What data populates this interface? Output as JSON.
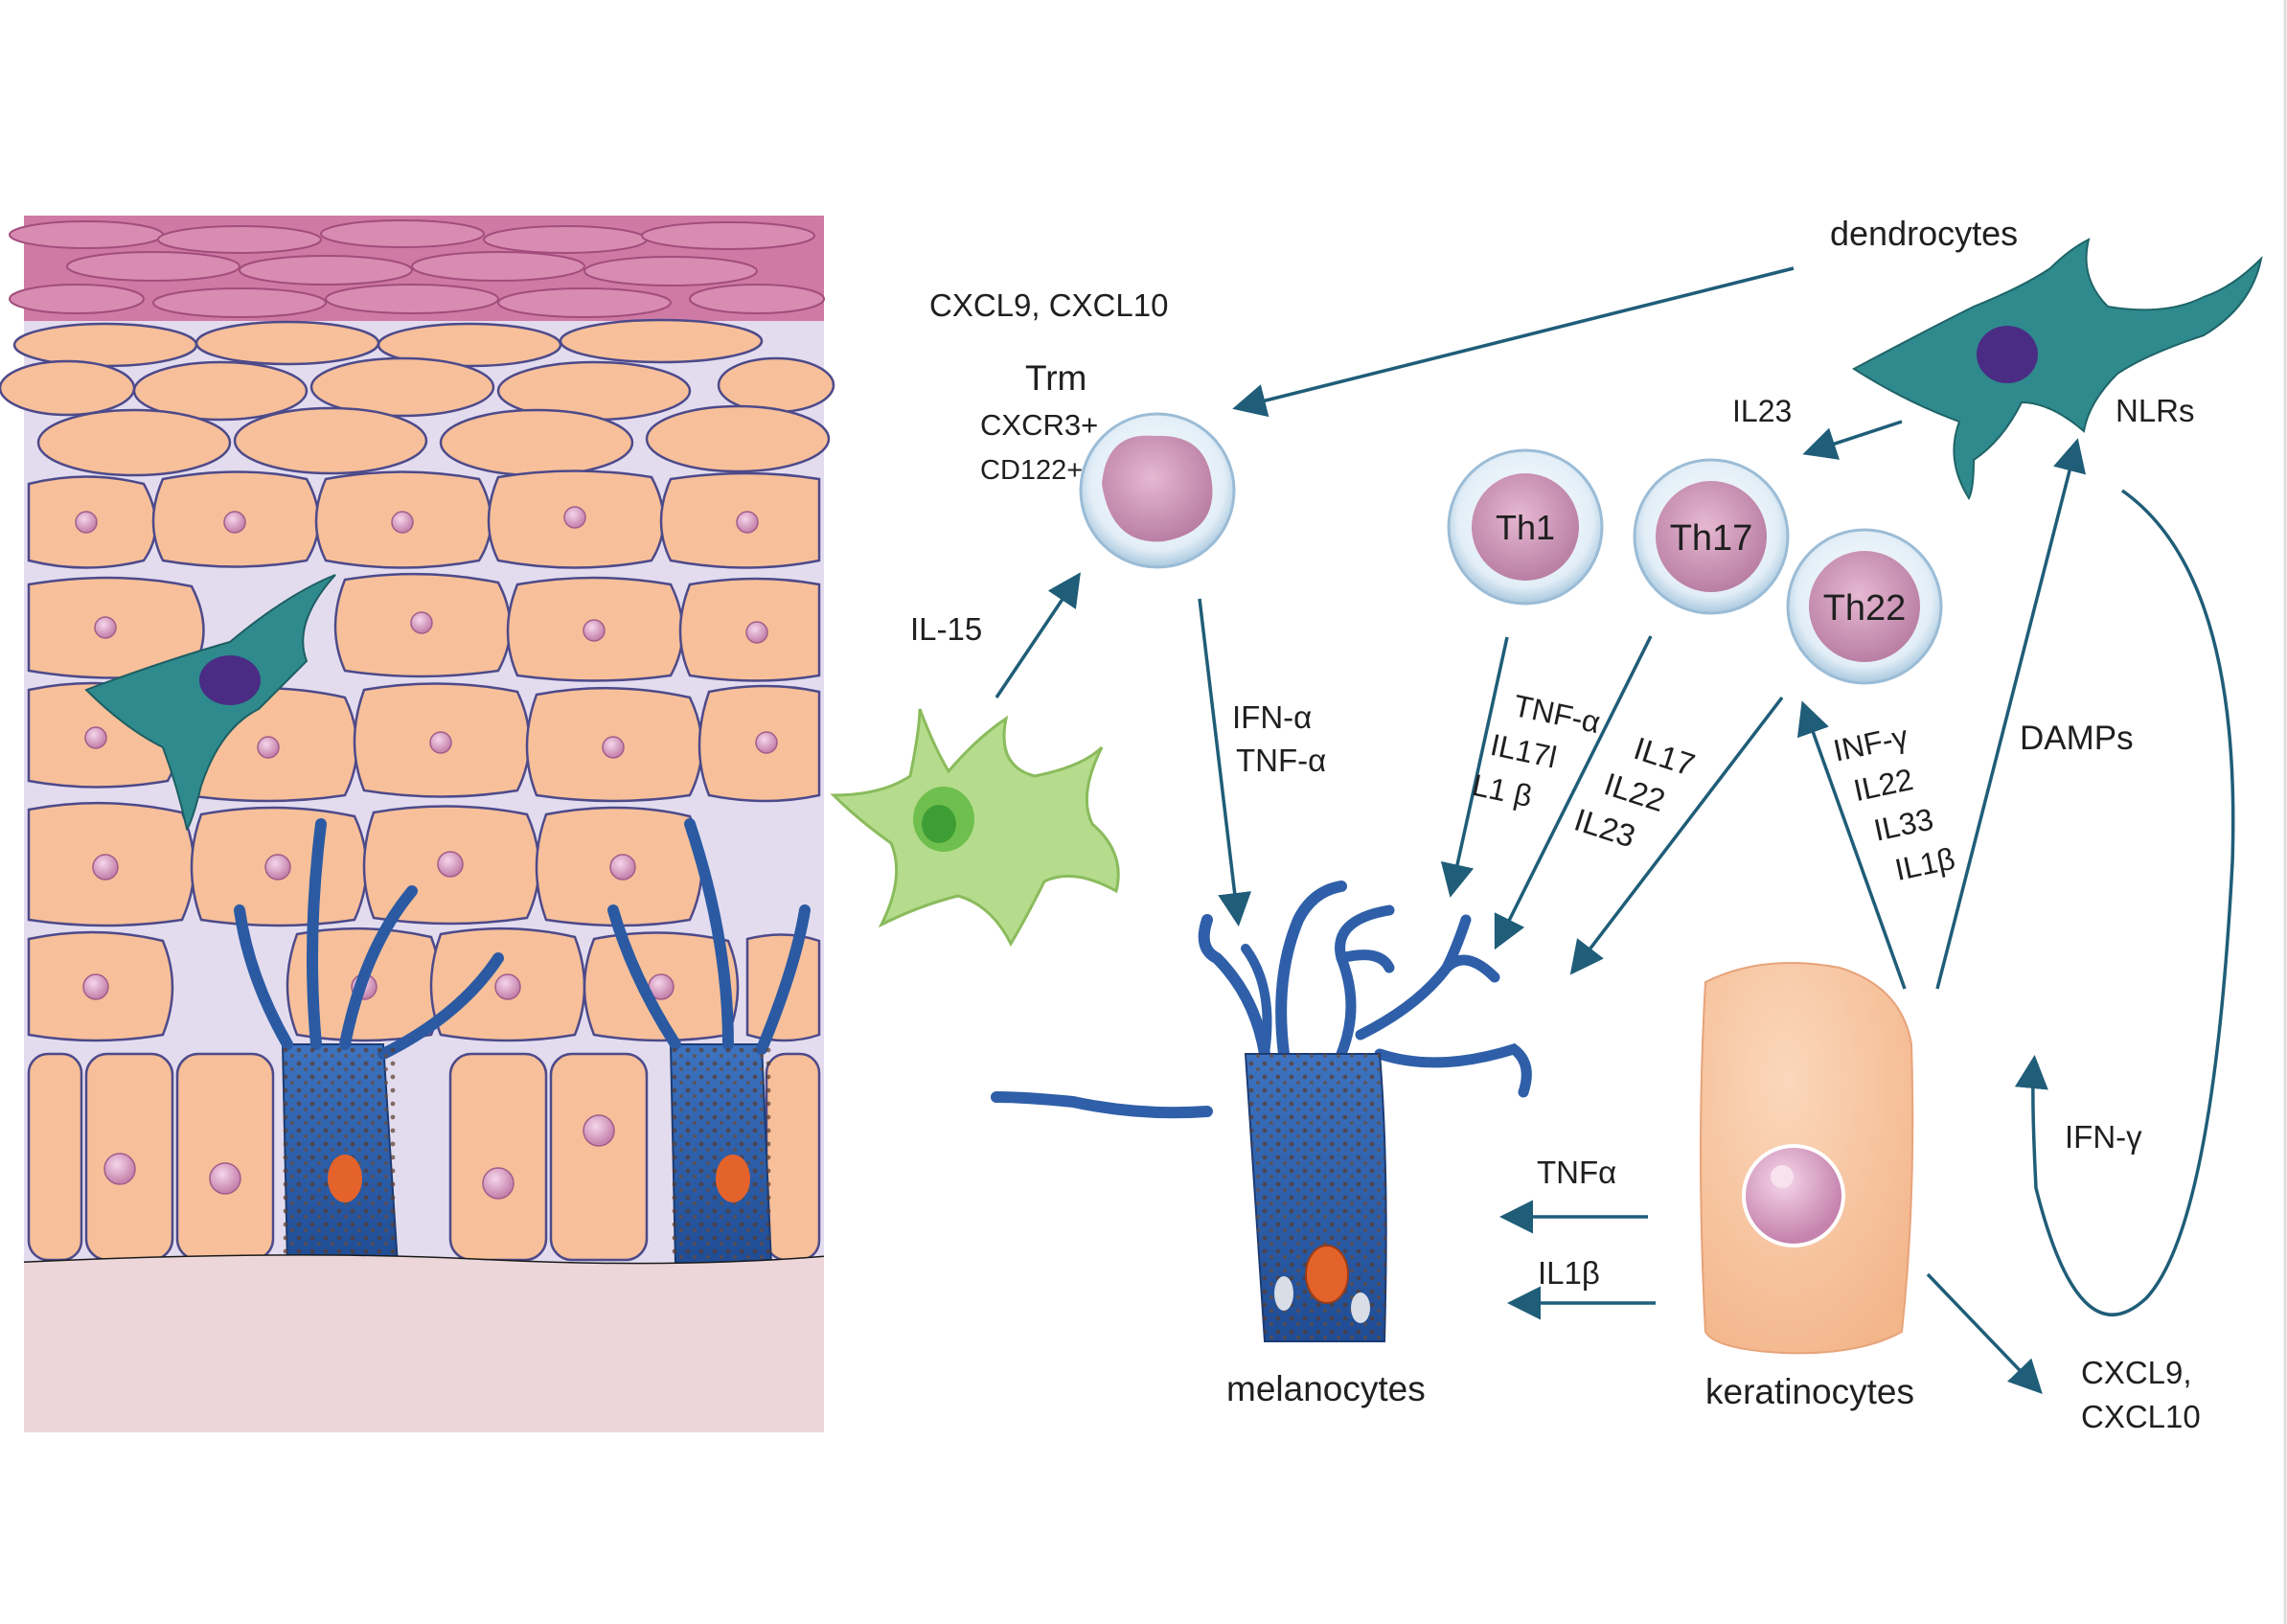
{
  "labels": {
    "dendrocytes": "dendrocytes",
    "cxcl_top": "CXCL9, CXCL10",
    "trm": "Trm",
    "cxcr3": "CXCR3+",
    "cd122": "CD122+",
    "il23": "IL23",
    "nlrs": "NLRs",
    "il15": "IL-15",
    "th1": "Th1",
    "th17": "Th17",
    "th22": "Th22",
    "ifn_alpha": "IFN-α",
    "tnf_alpha_trm": "TNF-α",
    "th1_tnf": "TNF-α",
    "th1_il17": "IL17l",
    "th1_l1b": "L1 β",
    "th17_il17": "IL17",
    "th17_il22": "IL22",
    "th17_il23": "IL23",
    "inf_gamma": "INF-γ",
    "kc_il22": "IL22",
    "kc_il33": "IL33",
    "kc_il1b": "IL1β",
    "damps": "DAMPs",
    "ifn_gamma": "IFN-γ",
    "tnfa": "TNFα",
    "il1b": "IL1β",
    "melanocytes": "melanocytes",
    "keratinocytes": "keratinocytes",
    "cxcl9_bottom": "CXCL9,",
    "cxcl10_bottom": "CXCL10"
  },
  "colors": {
    "arrow": "#1f5d78",
    "keratinocyte": "#f8c49e",
    "melanocyte": "#2f5fa8",
    "dendritic_cell": "#2f8a8e",
    "t_cell_nucleus": "#c98bb0",
    "langerhans_green": "#a8d67a",
    "stratum_corneum": "#c86a98",
    "dermis": "#ecd6da"
  }
}
